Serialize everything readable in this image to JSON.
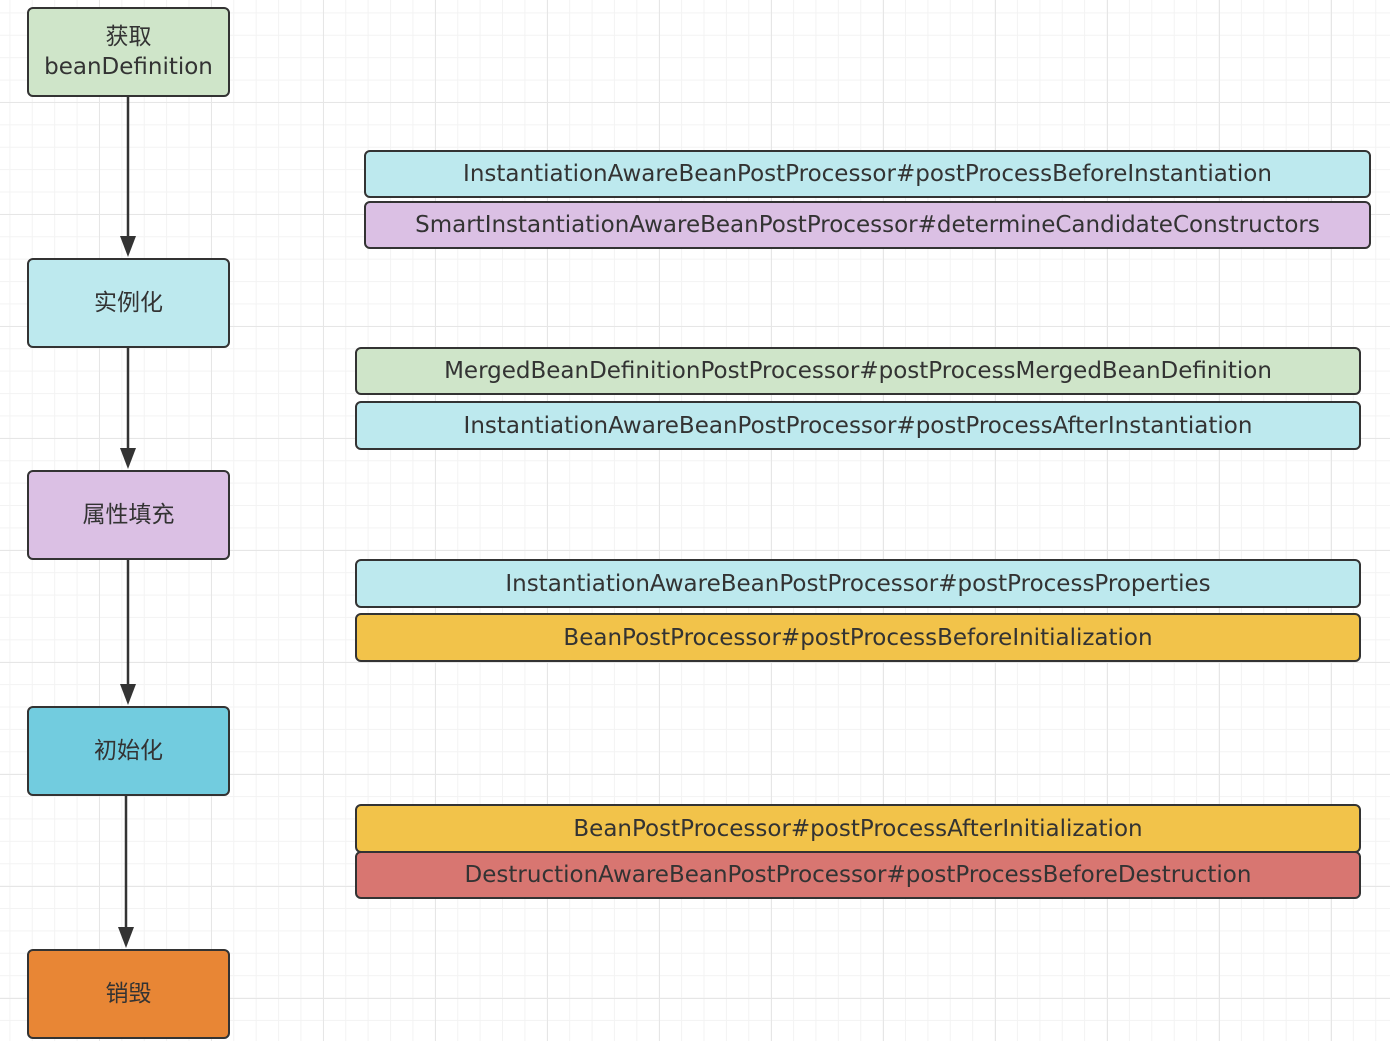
{
  "colors": {
    "green": "#cfe5c9",
    "cyan_light": "#bde9ee",
    "purple": "#dbc0e4",
    "cyan": "#72ccdf",
    "orange": "#e88635",
    "yellow": "#f2c34a",
    "red": "#d87671",
    "border": "#333333",
    "text": "#333333"
  },
  "stages": [
    {
      "id": "get-bean-definition",
      "line1": "获取",
      "line2": "beanDefinition",
      "color": "#cfe5c9"
    },
    {
      "id": "instantiate",
      "line1": "实例化",
      "line2": "",
      "color": "#bde9ee"
    },
    {
      "id": "populate-properties",
      "line1": "属性填充",
      "line2": "",
      "color": "#dbc0e4"
    },
    {
      "id": "initialize",
      "line1": "初始化",
      "line2": "",
      "color": "#72ccdf"
    },
    {
      "id": "destroy",
      "line1": "销毁",
      "line2": "",
      "color": "#e88635"
    }
  ],
  "hooks": [
    {
      "label": "InstantiationAwareBeanPostProcessor#postProcessBeforeInstantiation",
      "color": "#bde9ee"
    },
    {
      "label": "SmartInstantiationAwareBeanPostProcessor#determineCandidateConstructors",
      "color": "#dbc0e4"
    },
    {
      "label": "MergedBeanDefinitionPostProcessor#postProcessMergedBeanDefinition",
      "color": "#cfe5c9"
    },
    {
      "label": "InstantiationAwareBeanPostProcessor#postProcessAfterInstantiation",
      "color": "#bde9ee"
    },
    {
      "label": "InstantiationAwareBeanPostProcessor#postProcessProperties",
      "color": "#bde9ee"
    },
    {
      "label": "BeanPostProcessor#postProcessBeforeInitialization",
      "color": "#f2c34a"
    },
    {
      "label": "BeanPostProcessor#postProcessAfterInitialization",
      "color": "#f2c34a"
    },
    {
      "label": "DestructionAwareBeanPostProcessor#postProcessBeforeDestruction",
      "color": "#d87671"
    }
  ]
}
